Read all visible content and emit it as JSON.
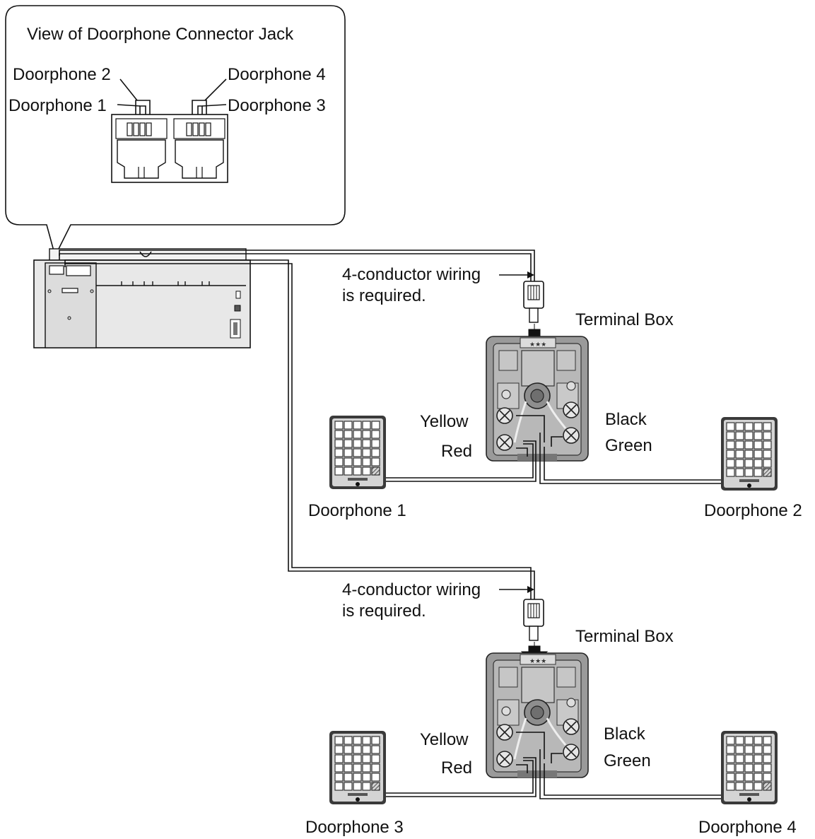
{
  "callout": {
    "title": "View of Doorphone Connector Jack",
    "jack_labels": {
      "dp2": "Doorphone 2",
      "dp1": "Doorphone 1",
      "dp4": "Doorphone 4",
      "dp3": "Doorphone 3"
    }
  },
  "groups": [
    {
      "wiring_note_line1": "4-conductor wiring",
      "wiring_note_line2": "is required.",
      "terminal_box": "Terminal Box",
      "wire_yellow": "Yellow",
      "wire_red": "Red",
      "wire_black": "Black",
      "wire_green": "Green",
      "left_doorphone": "Doorphone 1",
      "right_doorphone": "Doorphone 2"
    },
    {
      "wiring_note_line1": "4-conductor wiring",
      "wiring_note_line2": "is required.",
      "terminal_box": "Terminal Box",
      "wire_yellow": "Yellow",
      "wire_red": "Red",
      "wire_black": "Black",
      "wire_green": "Green",
      "left_doorphone": "Doorphone 3",
      "right_doorphone": "Doorphone 4"
    }
  ],
  "colors": {
    "box_fill": "#b8b8b8",
    "box_dark": "#8c8c8c",
    "device_fill": "#cfcfcf",
    "line": "#111111"
  }
}
